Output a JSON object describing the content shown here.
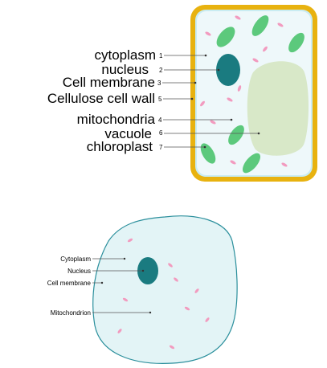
{
  "plant_cell": {
    "labels": [
      {
        "text": "cytoplasm",
        "num": "1"
      },
      {
        "text": "nucleus",
        "num": "2"
      },
      {
        "text": "Cell membrane",
        "num": "3"
      },
      {
        "text": "Cellulose cell wall",
        "num": "5"
      },
      {
        "text": "mitochondria",
        "num": "4"
      },
      {
        "text": "vacuole",
        "num": "6"
      },
      {
        "text": "chloroplast",
        "num": "7"
      }
    ]
  },
  "animal_cell": {
    "labels": [
      {
        "text": "Cytoplasm"
      },
      {
        "text": "Nucleus"
      },
      {
        "text": "Cell membrane"
      },
      {
        "text": "Mitochondrion"
      }
    ]
  },
  "colors": {
    "cell_wall": "#e8b20f",
    "cytoplasm_fill": "#eef8fa",
    "vacuole": "#d8e8c8",
    "nucleus": "#1a7b80",
    "chloroplast": "#5cc97c",
    "mitochondria": "#f29bbf",
    "animal_fill": "#e3f4f6",
    "animal_outline": "#2b8f9c"
  }
}
